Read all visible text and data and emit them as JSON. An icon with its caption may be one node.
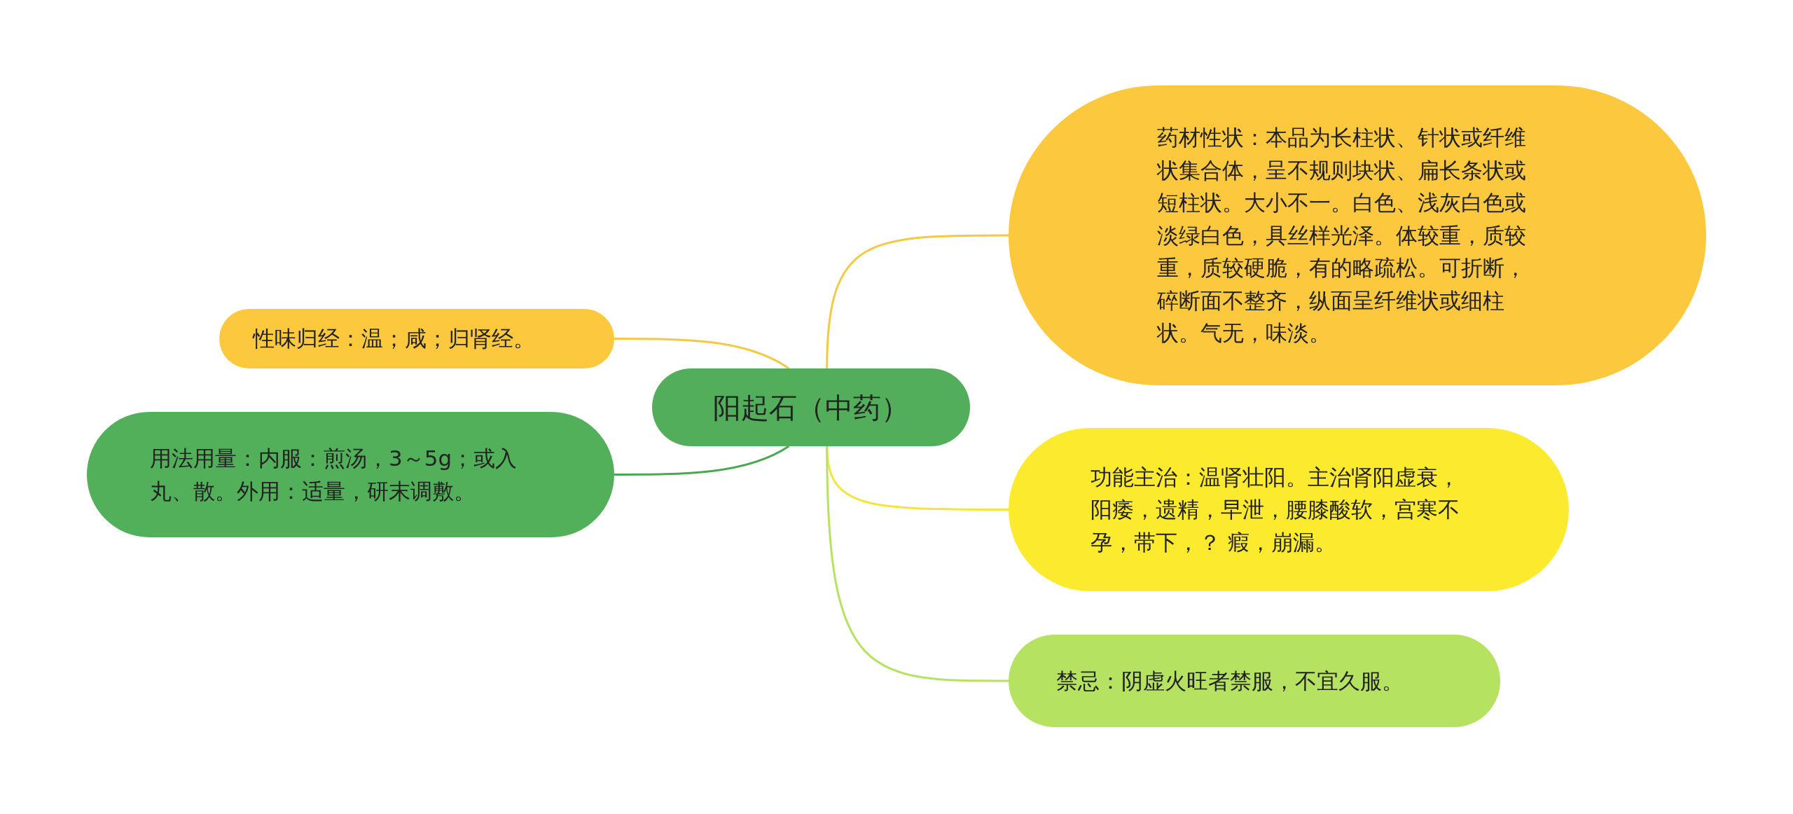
{
  "diagram": {
    "nodes": [
      {
        "text": [
          "阳起石（中药）"
        ]
      },
      {
        "text": [
          "药材性状：本品为长柱状、针状或纤维状集合体，呈不规则块状、扁长条状或短柱状。大小不一。白色、浅灰白色或淡绿白色，具丝样光泽。体较重，质较重，质较硬脆，有的略疏松。可折断，碎断面不整齐，纵面呈纤维状或细柱状。气无，味淡。"
        ]
      },
      {
        "text": [
          "功能主治：温肾壮阳。主治肾阳虚衰，阳痿，遗精，早泄，腰膝酸软，宫寒不孕，带下，？ 瘕，崩漏。"
        ]
      },
      {
        "text": [
          "禁忌：阴虚火旺者禁服，不宜久服。"
        ]
      },
      {
        "text": [
          "性味归经：温；咸；归肾经。"
        ]
      },
      {
        "text": [
          "用法用量：内服：煎汤，3～5g；或入丸、散。外用：适量，研末调敷。"
        ]
      }
    ],
    "edges": [
      {
        "from": 0,
        "to": 1,
        "arrow": "none",
        "color": "#f5c842"
      },
      {
        "from": 0,
        "to": 2,
        "arrow": "none",
        "color": "#f5e43c"
      },
      {
        "from": 0,
        "to": 3,
        "arrow": "none",
        "color": "#b5e361"
      },
      {
        "from": 0,
        "to": 4,
        "arrow": "none",
        "color": "#f5c842"
      },
      {
        "from": 0,
        "to": 5,
        "arrow": "none",
        "color": "#4aa852"
      }
    ]
  }
}
